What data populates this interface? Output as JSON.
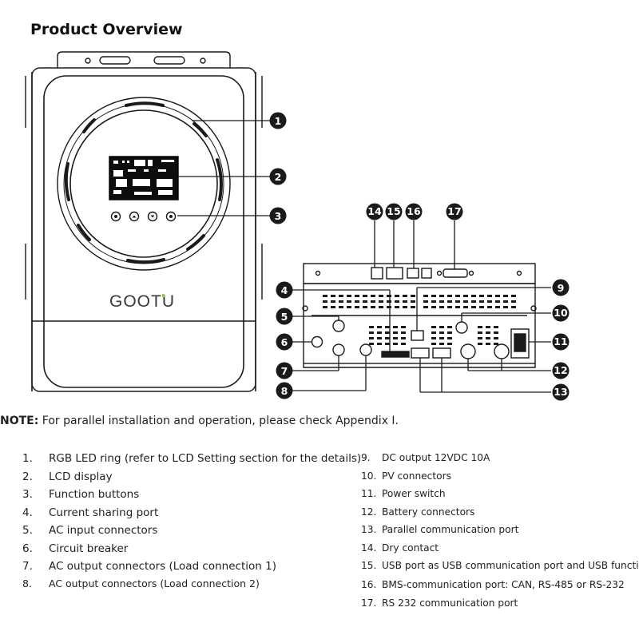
{
  "title": "Product Overview",
  "brand": "GOOTU",
  "note": {
    "label": "NOTE:",
    "text": " For parallel installation and operation, please check Appendix I."
  },
  "legend_left": [
    {
      "num": "1.",
      "text": "RGB LED ring (refer to LCD Setting section for the details)"
    },
    {
      "num": "2.",
      "text": "LCD display"
    },
    {
      "num": "3.",
      "text": "Function buttons"
    },
    {
      "num": "4.",
      "text": "Current sharing port"
    },
    {
      "num": "5.",
      "text": "AC input connectors"
    },
    {
      "num": "6.",
      "text": "Circuit breaker"
    },
    {
      "num": "7.",
      "text": "AC output connectors (Load connection 1)"
    },
    {
      "num": "8.",
      "text": "AC output connectors (Load connection 2)"
    }
  ],
  "legend_right": [
    {
      "num": "9.",
      "text": "DC output 12VDC 10A"
    },
    {
      "num": "10.",
      "text": "PV connectors"
    },
    {
      "num": "11.",
      "text": "Power switch"
    },
    {
      "num": "12.",
      "text": "Battery connectors"
    },
    {
      "num": "13.",
      "text": "Parallel communication port"
    },
    {
      "num": "14.",
      "text": "Dry contact"
    },
    {
      "num": "15.",
      "text": "USB port as USB communication port and USB function"
    },
    {
      "num": "16.",
      "text": "BMS-communication port: CAN, RS-485 or RS-232"
    },
    {
      "num": "17.",
      "text": "RS 232 communication port"
    }
  ],
  "callouts": [
    "1",
    "2",
    "3",
    "4",
    "5",
    "6",
    "7",
    "8",
    "9",
    "10",
    "11",
    "12",
    "13",
    "14",
    "15",
    "16",
    "17"
  ]
}
